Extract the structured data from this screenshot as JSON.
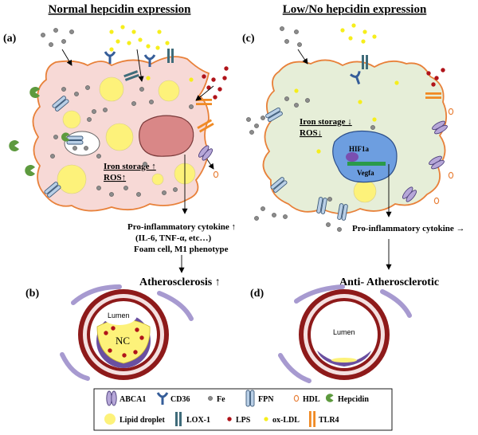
{
  "panels": {
    "a": {
      "letter": "(a)",
      "title": "Normal hepcidin expression",
      "cell_text_1": "Iron storage ↑",
      "cell_text_2": "ROS↑"
    },
    "b": {
      "letter": "(b)",
      "lumen": "Lumen",
      "core": "NC",
      "outcome": "Atherosclerosis ↑"
    },
    "c": {
      "letter": "(c)",
      "title": "Low/No hepcidin expression",
      "cell_text_1": "Iron storage ↓",
      "cell_text_2": "ROS↓",
      "hif": "HIF1a",
      "vegf": "Vegfa"
    },
    "d": {
      "letter": "(d)",
      "lumen": "Lumen",
      "outcome": "Anti- Atherosclerotic"
    }
  },
  "effects_left": {
    "line1": "Pro-inflammatory cytokine ↑",
    "line2": "(IL-6, TNF-α, etc…)",
    "line3": "Foam cell, M1 phenotype"
  },
  "effects_right": {
    "line1": "Pro-inflammatory cytokine →"
  },
  "legend": [
    {
      "label": "ABCA1",
      "icon": "abca1-icon"
    },
    {
      "label": "CD36",
      "icon": "cd36-icon"
    },
    {
      "label": "Fe",
      "icon": "fe-icon"
    },
    {
      "label": "FPN",
      "icon": "fpn-icon"
    },
    {
      "label": "HDL",
      "icon": "hdl-icon"
    },
    {
      "label": "Hepcidin",
      "icon": "hepcidin-icon"
    },
    {
      "label": "Lipid droplet",
      "icon": "lipid-droplet-icon"
    },
    {
      "label": "LOX-1",
      "icon": "lox1-icon"
    },
    {
      "label": "LPS",
      "icon": "lps-icon"
    },
    {
      "label": "ox-LDL",
      "icon": "oxldl-icon"
    },
    {
      "label": "TLR4",
      "icon": "tlr4-icon"
    }
  ],
  "colors": {
    "cell_a_fill": "#f7d9d6",
    "cell_c_fill": "#e6eed8",
    "membrane": "#e8813a",
    "nucleus_a": "#d98787",
    "nucleus_c": "#6d9ee0",
    "lipid": "#fdf27a",
    "fe": "#8c8c8c",
    "lps": "#b0141a",
    "oxldl": "#f6ee1c",
    "abca1": "#b6a7d8",
    "fpn": "#b9cfe6",
    "lox1": "#3f6c7a",
    "cd36": "#355d99",
    "tlr4": "#f08a24",
    "hepcidin": "#5d9a3e",
    "vessel_red": "#8e1a1a",
    "vessel_purple": "#a79ad0"
  }
}
